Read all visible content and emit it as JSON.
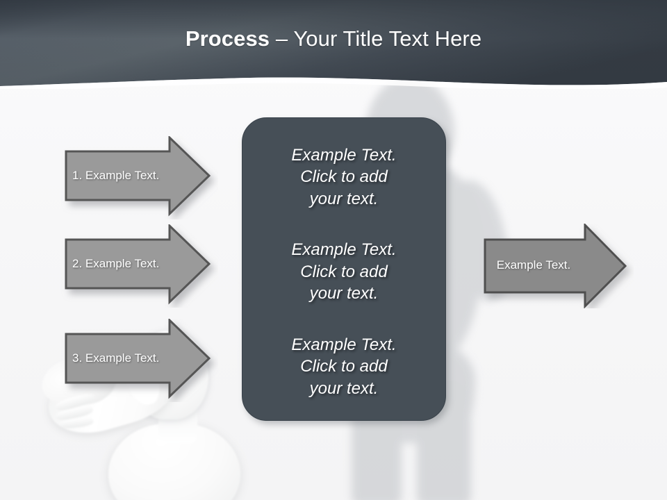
{
  "slide": {
    "title_strong": "Process",
    "title_rest": " – Your Title Text Here",
    "background_color": "#fafafa",
    "header_gradient_from": "#39414a",
    "header_gradient_to": "#5b646b",
    "accent_panel_color": "#464f57",
    "arrow_fill_color": "#9a9a9a",
    "arrow_border_color": "#555555"
  },
  "arrows_left": [
    {
      "label": "1. Example Text."
    },
    {
      "label": "2. Example Text."
    },
    {
      "label": "3. Example Text."
    }
  ],
  "arrow_right": {
    "label": "Example Text."
  },
  "panel": {
    "blocks": [
      {
        "text": "Example Text.\nClick  to add\nyour text."
      },
      {
        "text": "Example Text.\nClick  to add\nyour text."
      },
      {
        "text": "Example Text.\nClick  to add\nyour text."
      }
    ]
  }
}
